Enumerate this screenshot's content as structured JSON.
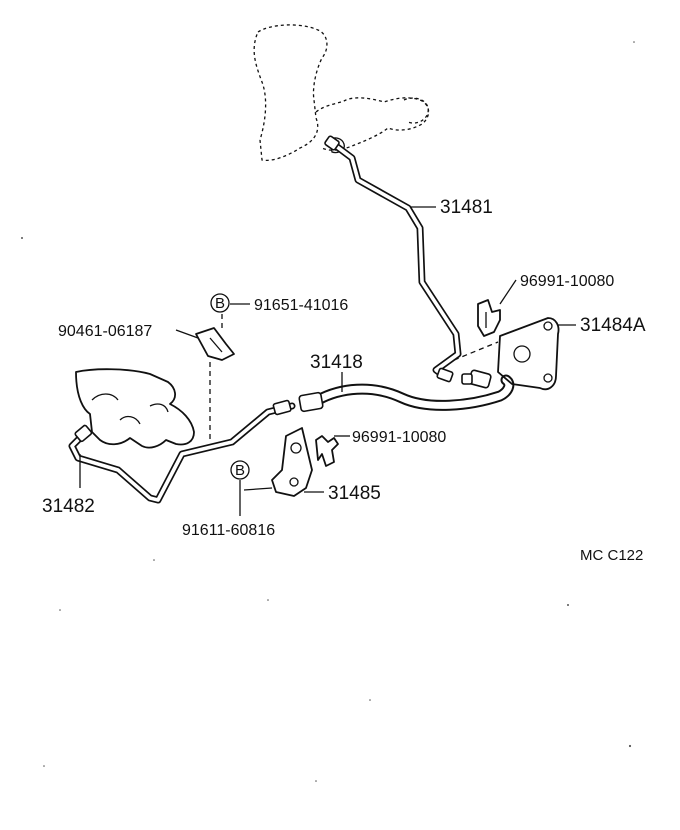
{
  "diagram": {
    "parts": {
      "p31481": "31481",
      "p96991_top": "96991-10080",
      "p31484A": "31484A",
      "p91651": "91651-41016",
      "p90461": "90461-06187",
      "p31418": "31418",
      "p96991_mid": "96991-10080",
      "p31485": "31485",
      "p31482": "31482",
      "p91611": "91611-60816"
    },
    "bolt_markers": {
      "upper": "B",
      "lower": "B"
    },
    "reference_code": "MC C122"
  }
}
